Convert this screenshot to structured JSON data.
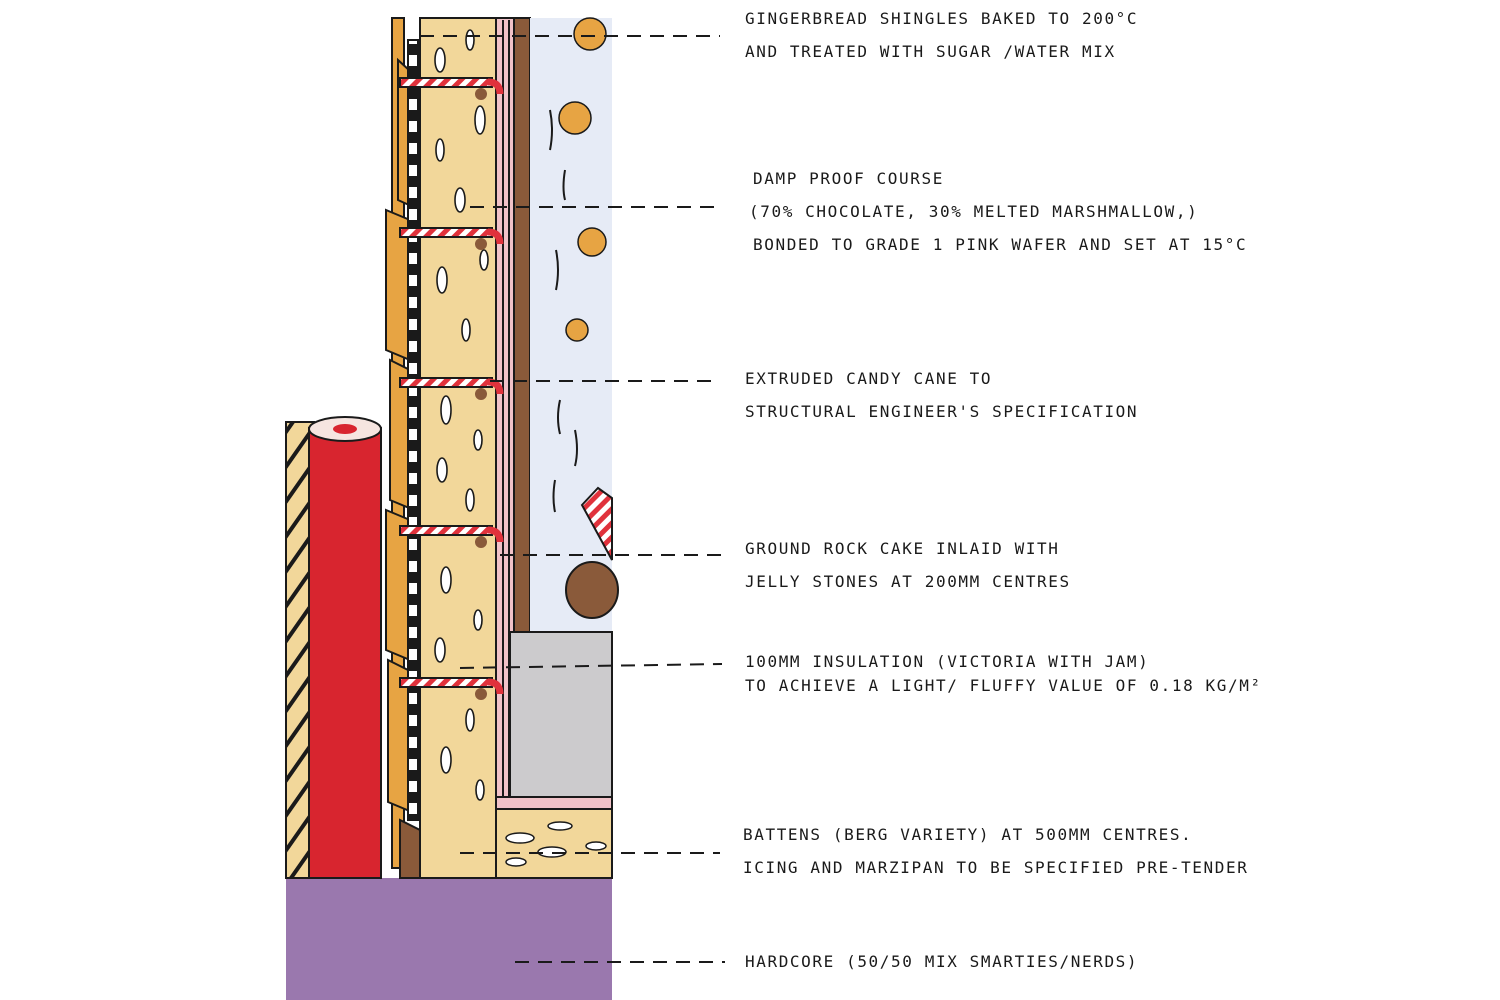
{
  "labels": [
    {
      "lines": [
        "Gingerbread shingles baked to 200°c",
        "and treated with sugar /water mix"
      ]
    },
    {
      "lines": [
        "Damp proof course",
        "(70% chocolate, 30% melted marshmallow,)",
        "bonded to grade 1 pink wafer and set at 15°c"
      ]
    },
    {
      "lines": [
        "Extruded candy cane to",
        "structural engineer's specification"
      ]
    },
    {
      "lines": [
        "Ground rock cake inlaid with",
        "jelly stones at 200mm centres"
      ]
    },
    {
      "lines": [
        "100mm insulation (victoria with jam)",
        "to achieve a light/ fluffy value of 0.18 kg/m²"
      ]
    },
    {
      "lines": [
        "Battens (berg variety) at 500mm centres.",
        "icing and marzipan to be specified pre-tender"
      ]
    },
    {
      "lines": [
        "Hardcore (50/50 mix smarties/nerds)"
      ]
    }
  ],
  "colors": {
    "ink": "#1a1a1a",
    "gingerbread": "#e7a443",
    "sponge": "#f2d79a",
    "wafer": "#f1c2c8",
    "chocolate": "#8a5a3a",
    "cavity": "#e6ebf6",
    "insulation_grey": "#cccbcd",
    "red_pillar": "#d8252f",
    "hardcore_purple": "#9a78ae",
    "candy_red": "#e0323c"
  }
}
